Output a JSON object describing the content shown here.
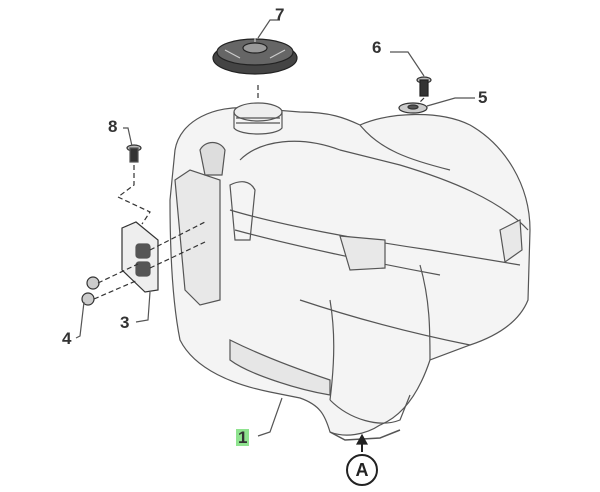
{
  "diagram": {
    "callouts": [
      {
        "id": "1",
        "highlighted": true,
        "highlight_color": "#8fe38f"
      },
      {
        "id": "3"
      },
      {
        "id": "4"
      },
      {
        "id": "5"
      },
      {
        "id": "6"
      },
      {
        "id": "7"
      },
      {
        "id": "8"
      }
    ],
    "view_marker": "A"
  }
}
